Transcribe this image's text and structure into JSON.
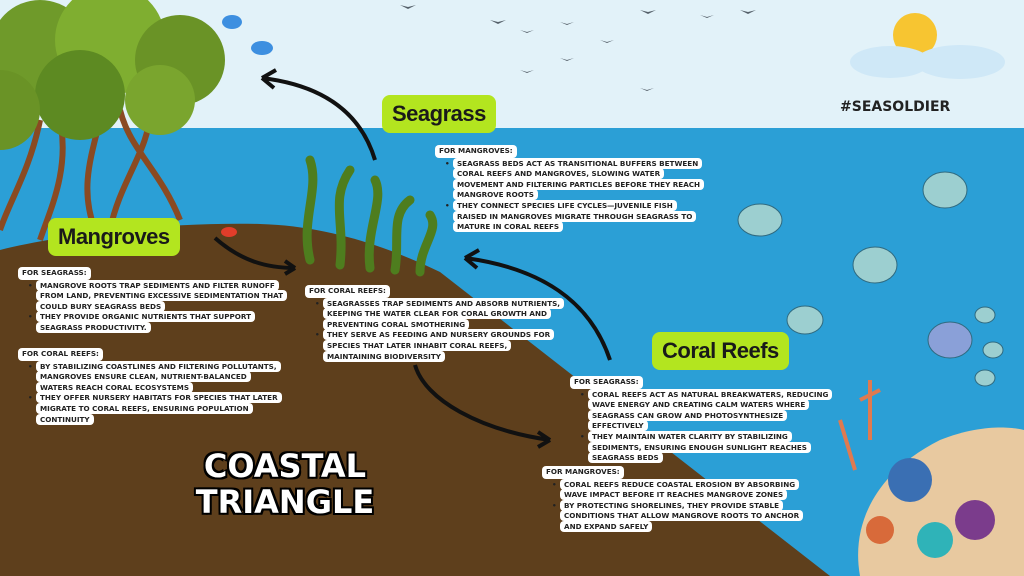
{
  "title": "COASTAL TRIANGLE",
  "hashtag": "#SEASOLDIER",
  "labels": {
    "seagrass": "Seagrass",
    "mangroves": "Mangroves",
    "coral_reefs": "Coral Reefs"
  },
  "seagrass_block": {
    "heading": "For Mangroves:",
    "items": [
      "Seagrass beds act as transitional buffers between coral reefs and mangroves, slowing water movement and filtering particles before they reach mangrove roots",
      "They connect species life cycles—juvenile fish raised in mangroves migrate through seagrass to mature in coral reefs"
    ]
  },
  "mangrove_seagrass_block": {
    "heading": "For Seagrass:",
    "items": [
      "Mangrove roots trap sediments and filter runoff from land, preventing excessive sedimentation that could bury seagrass beds",
      "They provide organic nutrients that support seagrass productivity."
    ]
  },
  "mangrove_coral_block": {
    "heading": "For Coral Reefs:",
    "items": [
      "By stabilizing coastlines and filtering pollutants, mangroves ensure clean, nutrient-balanced waters reach coral ecosystems",
      "They offer nursery habitats for species that later migrate to coral reefs, ensuring population continuity"
    ]
  },
  "seagrass_coral_block": {
    "heading": "For Coral Reefs:",
    "items": [
      "Seagrasses trap sediments and absorb nutrients, keeping the water clear for coral growth and preventing coral smothering",
      "They serve as feeding and nursery grounds for species that later inhabit coral reefs, maintaining biodiversity"
    ]
  },
  "coral_seagrass_block": {
    "heading": "For Seagrass:",
    "items": [
      "Coral reefs act as natural breakwaters, reducing wave energy and creating calm waters where seagrass can grow and photosynthesize effectively",
      "They maintain water clarity by stabilizing sediments, ensuring enough sunlight reaches seagrass beds"
    ]
  },
  "coral_mangrove_block": {
    "heading": "For Mangroves:",
    "items": [
      "Coral reefs reduce coastal erosion by absorbing wave impact before it reaches mangrove zones",
      "By protecting shorelines, they provide stable conditions that allow mangrove roots to anchor and expand safely"
    ]
  },
  "colors": {
    "sky": "#e2f2f9",
    "sea": "#2b9fd6",
    "land": "#5e3f1c",
    "label": "#b3e51f"
  }
}
